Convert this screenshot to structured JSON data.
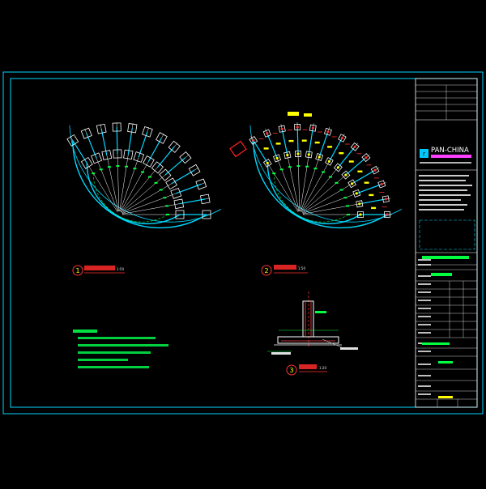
{
  "colors": {
    "background": "#000000",
    "frame": "#00d8ff",
    "structure": "#ffffff",
    "rebar": "#ffff00",
    "dimension": "#00ff40",
    "title_text": "#ff3333",
    "label": "#e0e0e0",
    "highlight": "#ff2020",
    "accent": "#ff40ff"
  },
  "company": {
    "logo_glyph": "r",
    "name": "PAN-CHINA"
  },
  "views": [
    {
      "number": "1",
      "caption_scale": "1:50"
    },
    {
      "number": "2",
      "caption_scale": "1:50"
    },
    {
      "number": "3",
      "caption_scale": "1:20"
    }
  ]
}
